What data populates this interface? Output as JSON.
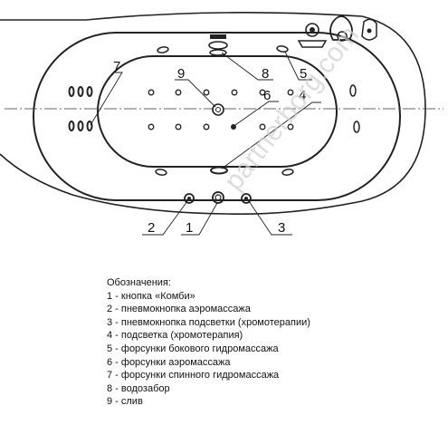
{
  "diagram": {
    "callouts": [
      {
        "id": "1",
        "label": "1"
      },
      {
        "id": "2",
        "label": "2"
      },
      {
        "id": "3",
        "label": "3"
      },
      {
        "id": "4",
        "label": "4"
      },
      {
        "id": "5",
        "label": "5"
      },
      {
        "id": "6",
        "label": "6"
      },
      {
        "id": "7",
        "label": "7"
      },
      {
        "id": "8",
        "label": "8"
      },
      {
        "id": "9",
        "label": "9"
      }
    ],
    "watermark": "partnerborg.com"
  },
  "legend": {
    "title": "Обозначения:",
    "items": [
      "1 - кнопка «Комби»",
      "2 - пневмокнопка аэромассажа",
      "3 - пневмокнопка подсветки (хромотерапии)",
      "4 - подсветка (хромотерапия)",
      "5 - форсунки бокового гидромассажа",
      "6 - форсунки аэромассажа",
      "7 - форсунки спинного гидромассажа",
      "8 - водозабор",
      "9 - слив"
    ]
  },
  "colors": {
    "line": "#222222",
    "watermark": "#cccccc"
  }
}
